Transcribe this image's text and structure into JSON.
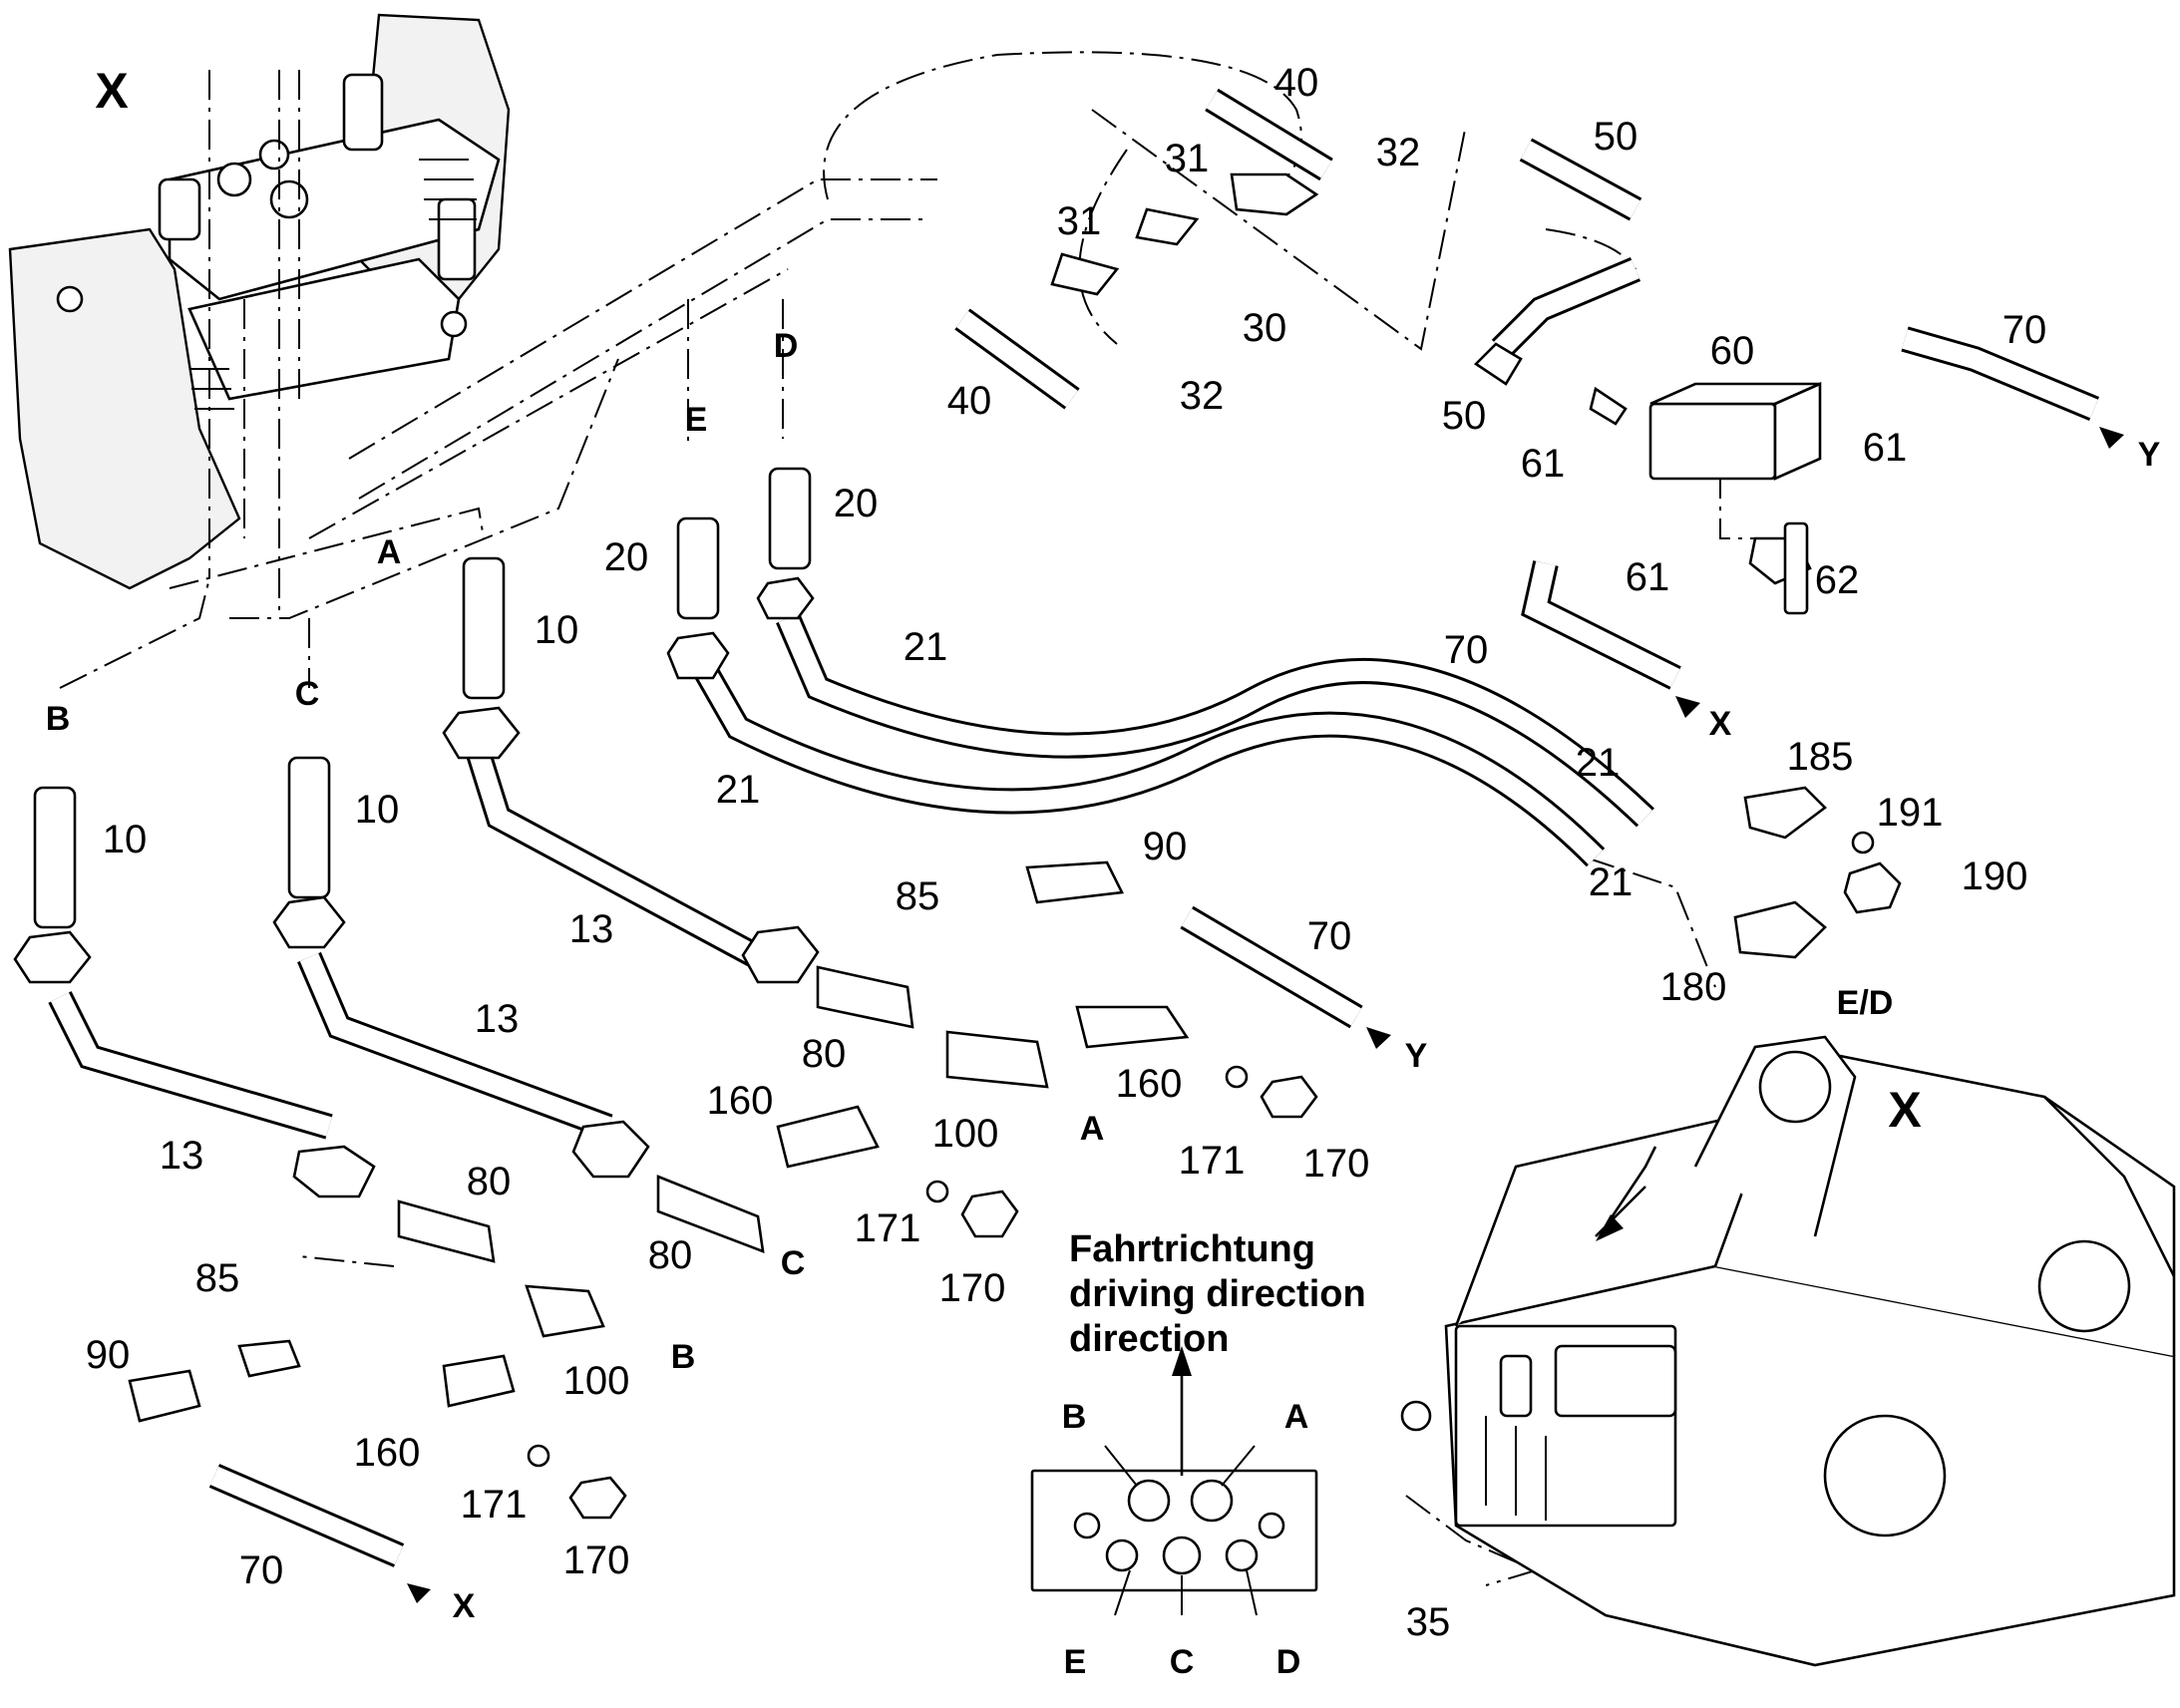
{
  "view_labels": {
    "x_top": "X",
    "x_bottom": "X"
  },
  "connection_letters": {
    "a": "A",
    "b": "B",
    "c": "C",
    "d": "D",
    "e": "E",
    "ed": "E/D",
    "x_arrow": "X",
    "y_arrow": "Y"
  },
  "part_numbers": {
    "p10": "10",
    "p13": "13",
    "p20": "20",
    "p21": "21",
    "p30": "30",
    "p31": "31",
    "p32": "32",
    "p35": "35",
    "p40": "40",
    "p50": "50",
    "p60": "60",
    "p61": "61",
    "p62": "62",
    "p70": "70",
    "p80": "80",
    "p85": "85",
    "p90": "90",
    "p100": "100",
    "p160": "160",
    "p170": "170",
    "p171": "171",
    "p180": "180",
    "p185": "185",
    "p190": "190",
    "p191": "191"
  },
  "direction_legend": {
    "line_de": "Fahrtrichtung",
    "line_en": "driving direction",
    "line_fr": "direction"
  }
}
